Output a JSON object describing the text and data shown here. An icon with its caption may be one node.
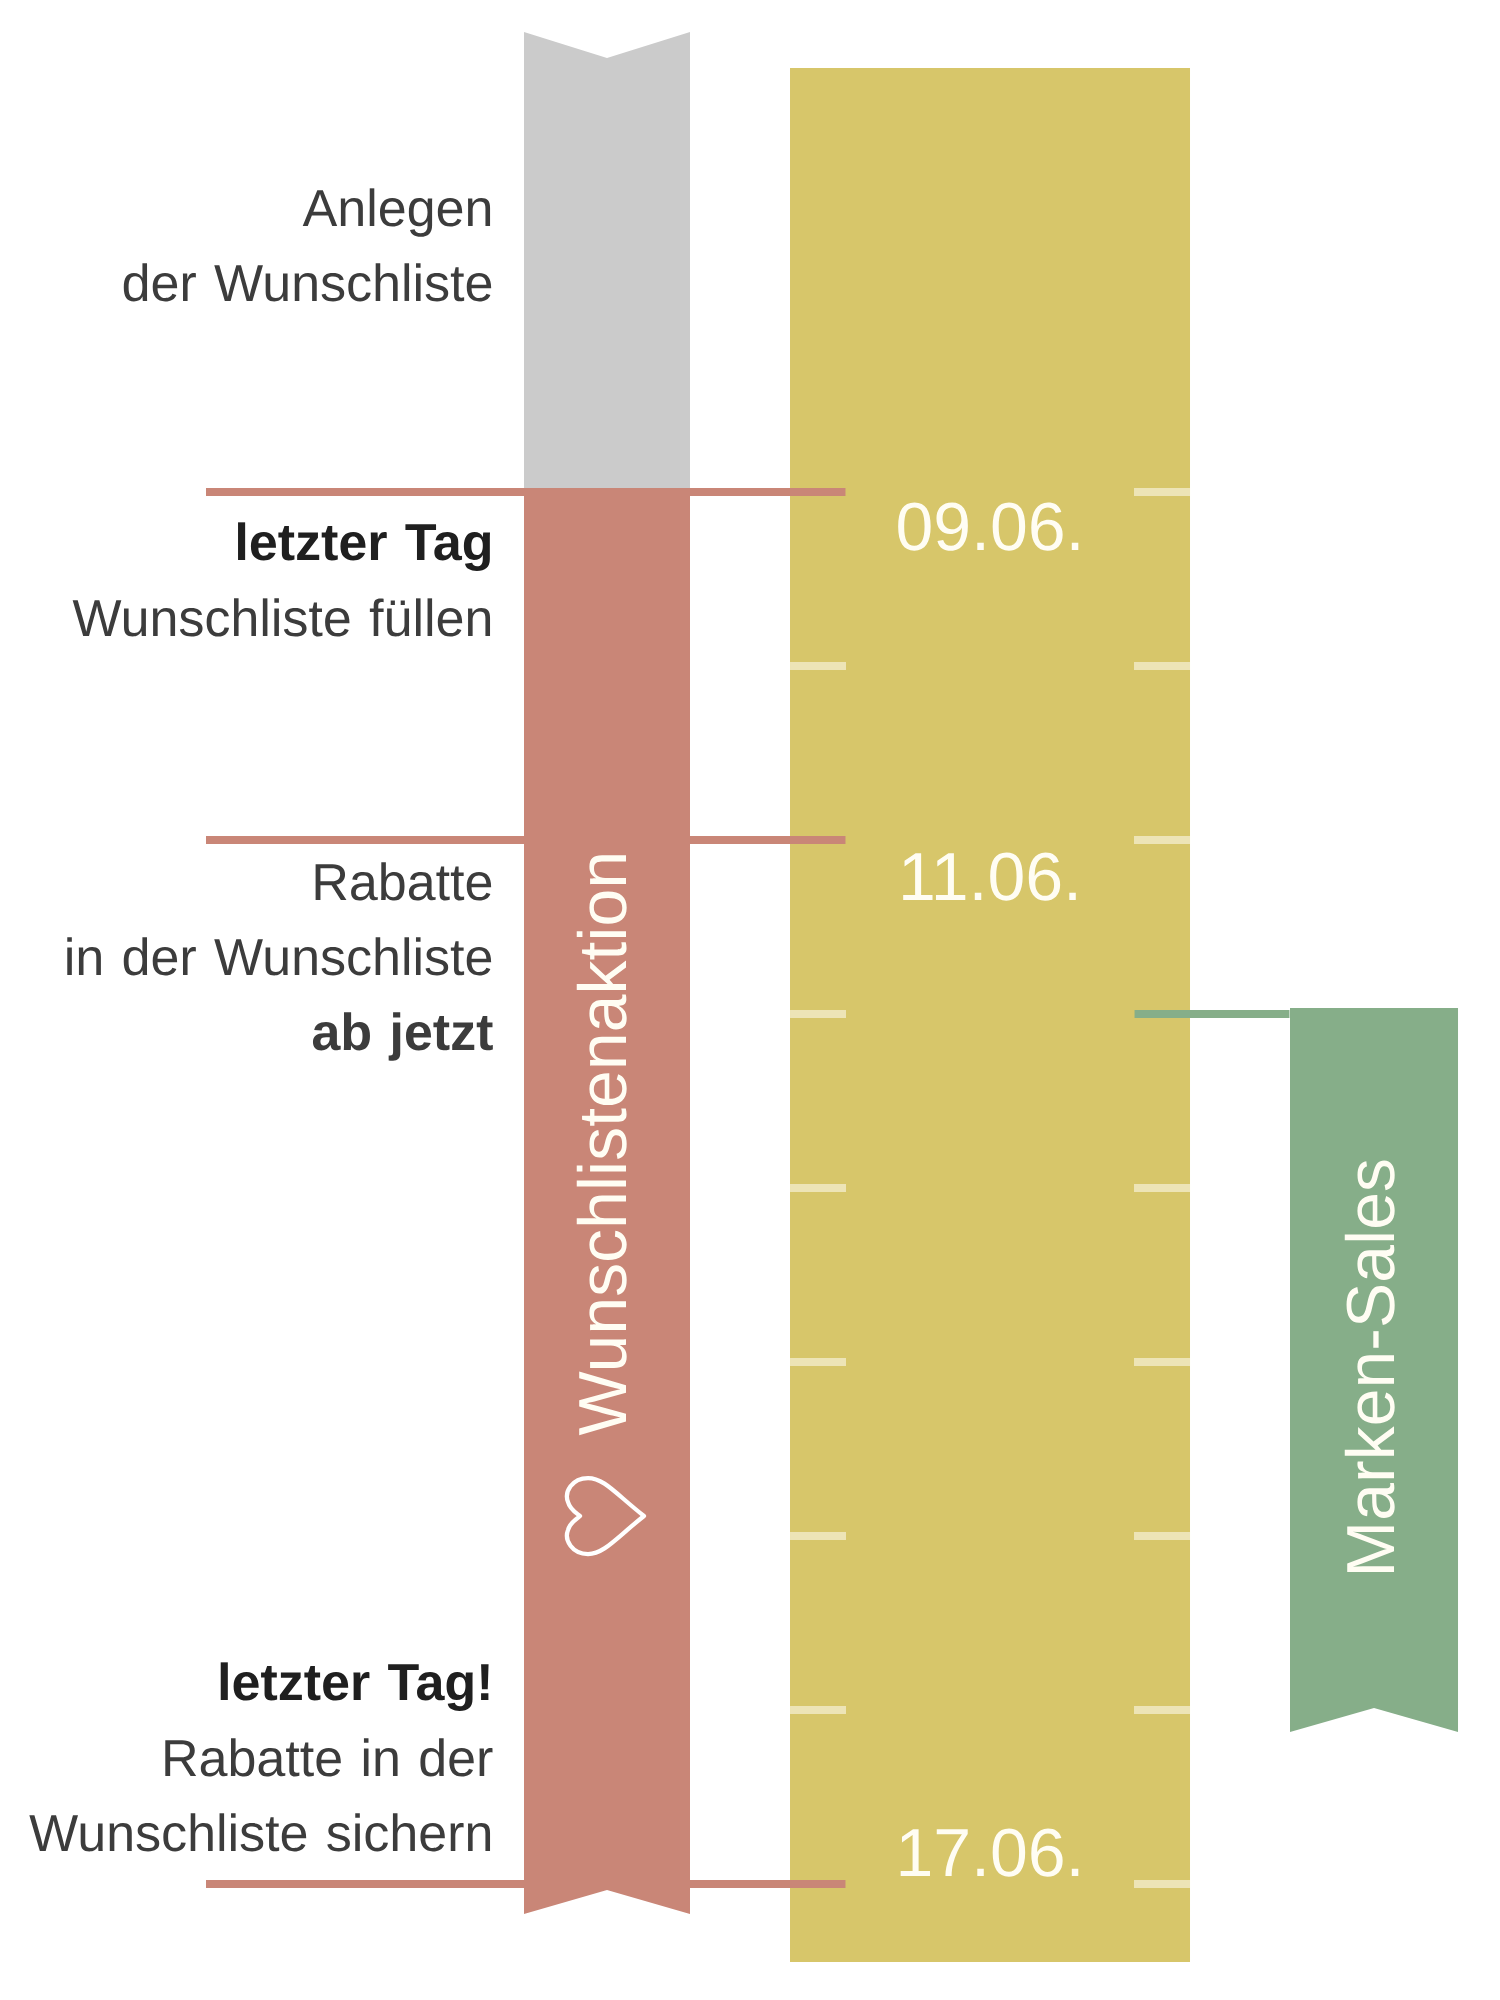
{
  "diagram": {
    "nodes": [
      {
        "text": [],
        "shape": "bar",
        "beside": [
          "Anlegen der Wunschliste"
        ]
      },
      {
        "text": [
          "09.06.",
          "11.06.",
          "17.06."
        ]
      },
      {
        "text": [
          "Wunschlistenaktion"
        ]
      },
      {
        "text": [
          "Marken-Sales"
        ]
      }
    ],
    "edges": [
      {
        "from": null,
        "to": 1,
        "arrow": "none"
      },
      {
        "from": null,
        "to": 1,
        "arrow": "none"
      },
      {
        "from": null,
        "to": 1,
        "arrow": "none"
      },
      {
        "from": 1,
        "to": 3,
        "arrow": "none",
        "color": "#86ae89"
      }
    ],
    "labels": [
      "letzter Tag",
      "Wunschliste füllen",
      "Rabatte in der Wunschliste **ab jetzt**",
      "letzter Tag!",
      "Rabatte in der Wunschliste sichern"
    ]
  }
}
